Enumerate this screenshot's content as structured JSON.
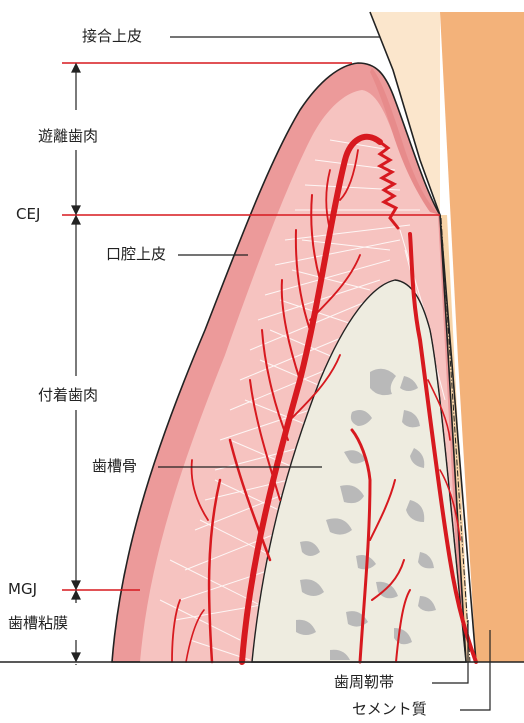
{
  "labels": {
    "junctional_epithelium": "接合上皮",
    "free_gingiva": "遊離歯肉",
    "cej": "CEJ",
    "oral_epithelium": "口腔上皮",
    "attached_gingiva": "付着歯肉",
    "alveolar_bone": "歯槽骨",
    "mgj": "MGJ",
    "alveolar_mucosa": "歯槽粘膜",
    "periodontal_ligament": "歯周靭帯",
    "cementum": "セメント質"
  },
  "colors": {
    "gingiva_outer": "#ec9a9a",
    "gingiva_inner": "#f6c3c0",
    "bone": "#eeece0",
    "bone_pores": "#b9b9b9",
    "root": "#f3b27a",
    "enamel": "#fbe6cc",
    "vessel": "#d7191f",
    "guide_line": "#d7191f",
    "text": "#222222"
  }
}
